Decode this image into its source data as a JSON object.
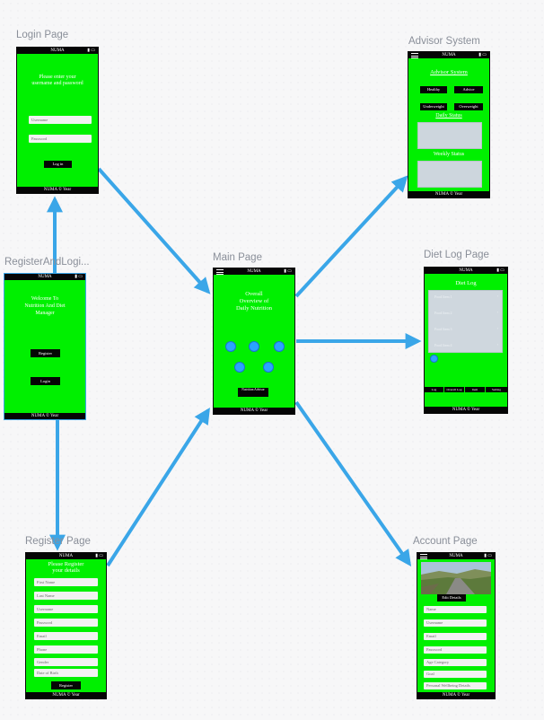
{
  "labels": {
    "login": "Login Page",
    "advisor": "Advisor System",
    "registerlogin": "RegisterAndLogi...",
    "main": "Main Page",
    "dietlog": "Diet Log Page",
    "register": "Register Page",
    "account": "Account Page"
  },
  "status_bar": "NUMA",
  "footer_text": "NUMA © Year",
  "login": {
    "heading": "Please enter your username and password",
    "username_field": "Username",
    "password_field": "Password",
    "button": "Log in"
  },
  "welcome": {
    "heading": "Welcome To Nutrition And Diet Manager",
    "register_button": "Register",
    "login_button": "Login"
  },
  "main": {
    "heading": "Overall Overview of Daily Nutrition",
    "button": "Nutrition Advisor"
  },
  "advisor": {
    "title": "Advisor System",
    "buttons": [
      "Healthy",
      "Advice",
      "Underweight",
      "Overweight"
    ],
    "daily": "Daily Status",
    "weekly": "Weekly Status"
  },
  "dietlog": {
    "title": "Diet Log",
    "items": [
      "Food Item 1",
      "Food Item 2",
      "Food Item 3",
      "Food Item 4"
    ],
    "tabs": [
      "Log",
      "Overall Log",
      "Item",
      "Setting"
    ]
  },
  "register": {
    "heading": "Please Register your details",
    "fields": [
      "First Name",
      "Last Name",
      "Username",
      "Password",
      "Email",
      "Phone",
      "Gender",
      "Date of Birth"
    ],
    "button": "Register"
  },
  "account": {
    "button": "Edit Details",
    "fields": [
      "Name",
      "Username",
      "Email",
      "Password",
      "Age Category",
      "Goal",
      "Personal Wellbeing Details"
    ]
  }
}
